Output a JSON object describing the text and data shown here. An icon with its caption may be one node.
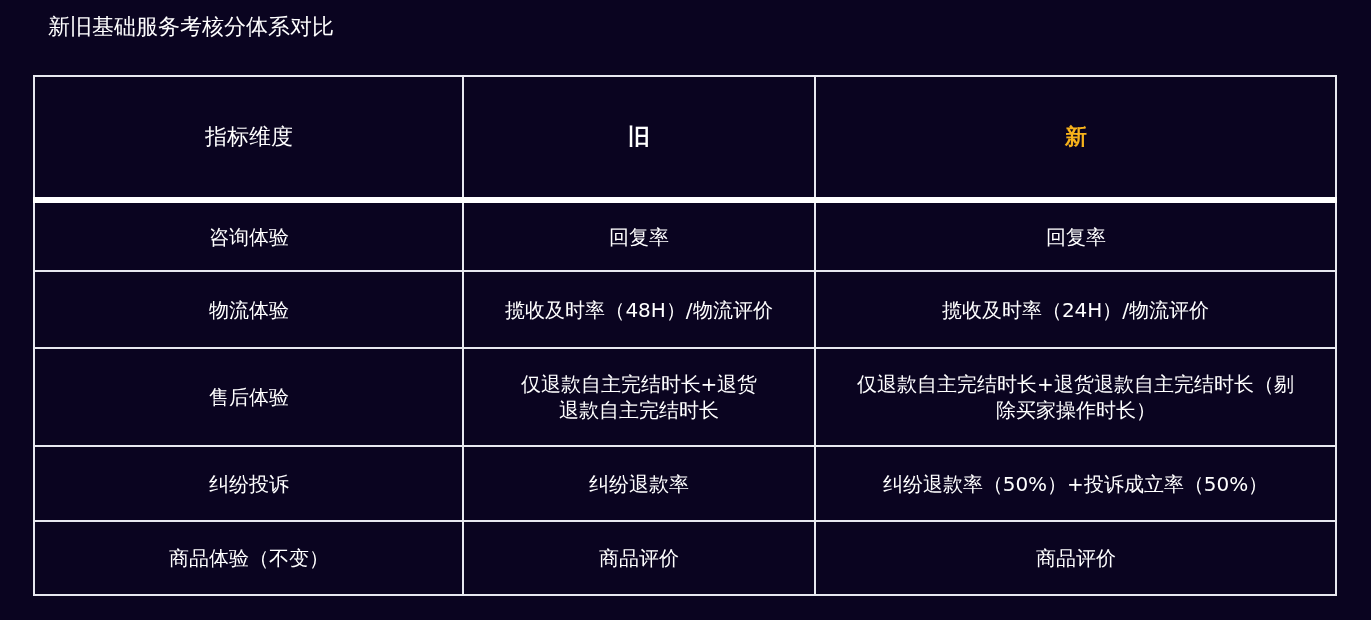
{
  "diagram": {
    "title": "新旧基础服务考核分体系对比",
    "labels": [
      "指标维度",
      "旧",
      "新",
      "咨询体验",
      "回复率",
      "回复率",
      "物流体验",
      "揽收及时率（48H）/物流评价",
      "揽收及时率（24H）/物流评价",
      "售后体验",
      "仅退款自主完结时长+退货退款自主完结时长",
      "仅退款自主完结时长+退货退款自主完结时长（剔除买家操作时长）",
      "纠纷投诉",
      "纠纷退款率",
      "纠纷退款率（50%）+投诉成立率（50%）",
      "商品体验（不变）",
      "商品评价",
      "商品评价"
    ]
  }
}
